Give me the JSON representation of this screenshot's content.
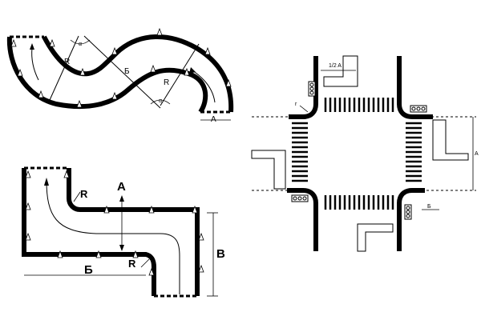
{
  "diagrams": {
    "s_curve": {
      "labels": {
        "radius_1": "R",
        "radius_2": "R",
        "width_b": "Б",
        "width_a": "A",
        "angle_1": "α",
        "angle_2": "α"
      }
    },
    "parallel_park": {
      "labels": {
        "radius_1": "R",
        "radius_2": "R",
        "dim_a": "A",
        "dim_b": "Б",
        "dim_v": "B"
      }
    },
    "intersection": {
      "labels": {
        "half_a": "1/2 A",
        "dim_a": "A",
        "dim_b": "Б",
        "radius": "r"
      }
    }
  },
  "colors": {
    "line": "#000000",
    "background": "#ffffff"
  }
}
